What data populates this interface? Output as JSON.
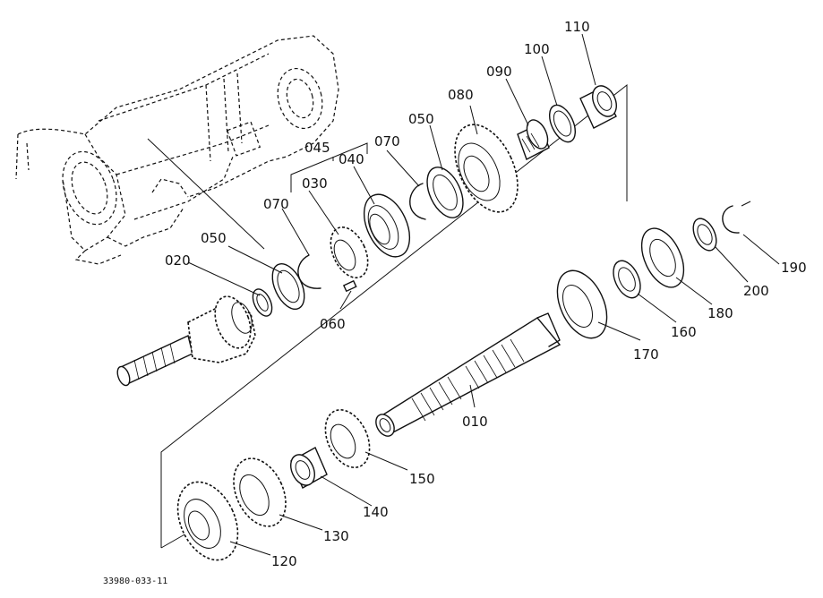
{
  "diagram": {
    "reference_code": "33980-033-11",
    "parts": [
      {
        "id": "010"
      },
      {
        "id": "020"
      },
      {
        "id": "030"
      },
      {
        "id": "040"
      },
      {
        "id": "045"
      },
      {
        "id": "050"
      },
      {
        "id": "050"
      },
      {
        "id": "060"
      },
      {
        "id": "070"
      },
      {
        "id": "070"
      },
      {
        "id": "080"
      },
      {
        "id": "090"
      },
      {
        "id": "100"
      },
      {
        "id": "110"
      },
      {
        "id": "120"
      },
      {
        "id": "130"
      },
      {
        "id": "140"
      },
      {
        "id": "150"
      },
      {
        "id": "160"
      },
      {
        "id": "170"
      },
      {
        "id": "180"
      },
      {
        "id": "190"
      },
      {
        "id": "200"
      }
    ]
  }
}
